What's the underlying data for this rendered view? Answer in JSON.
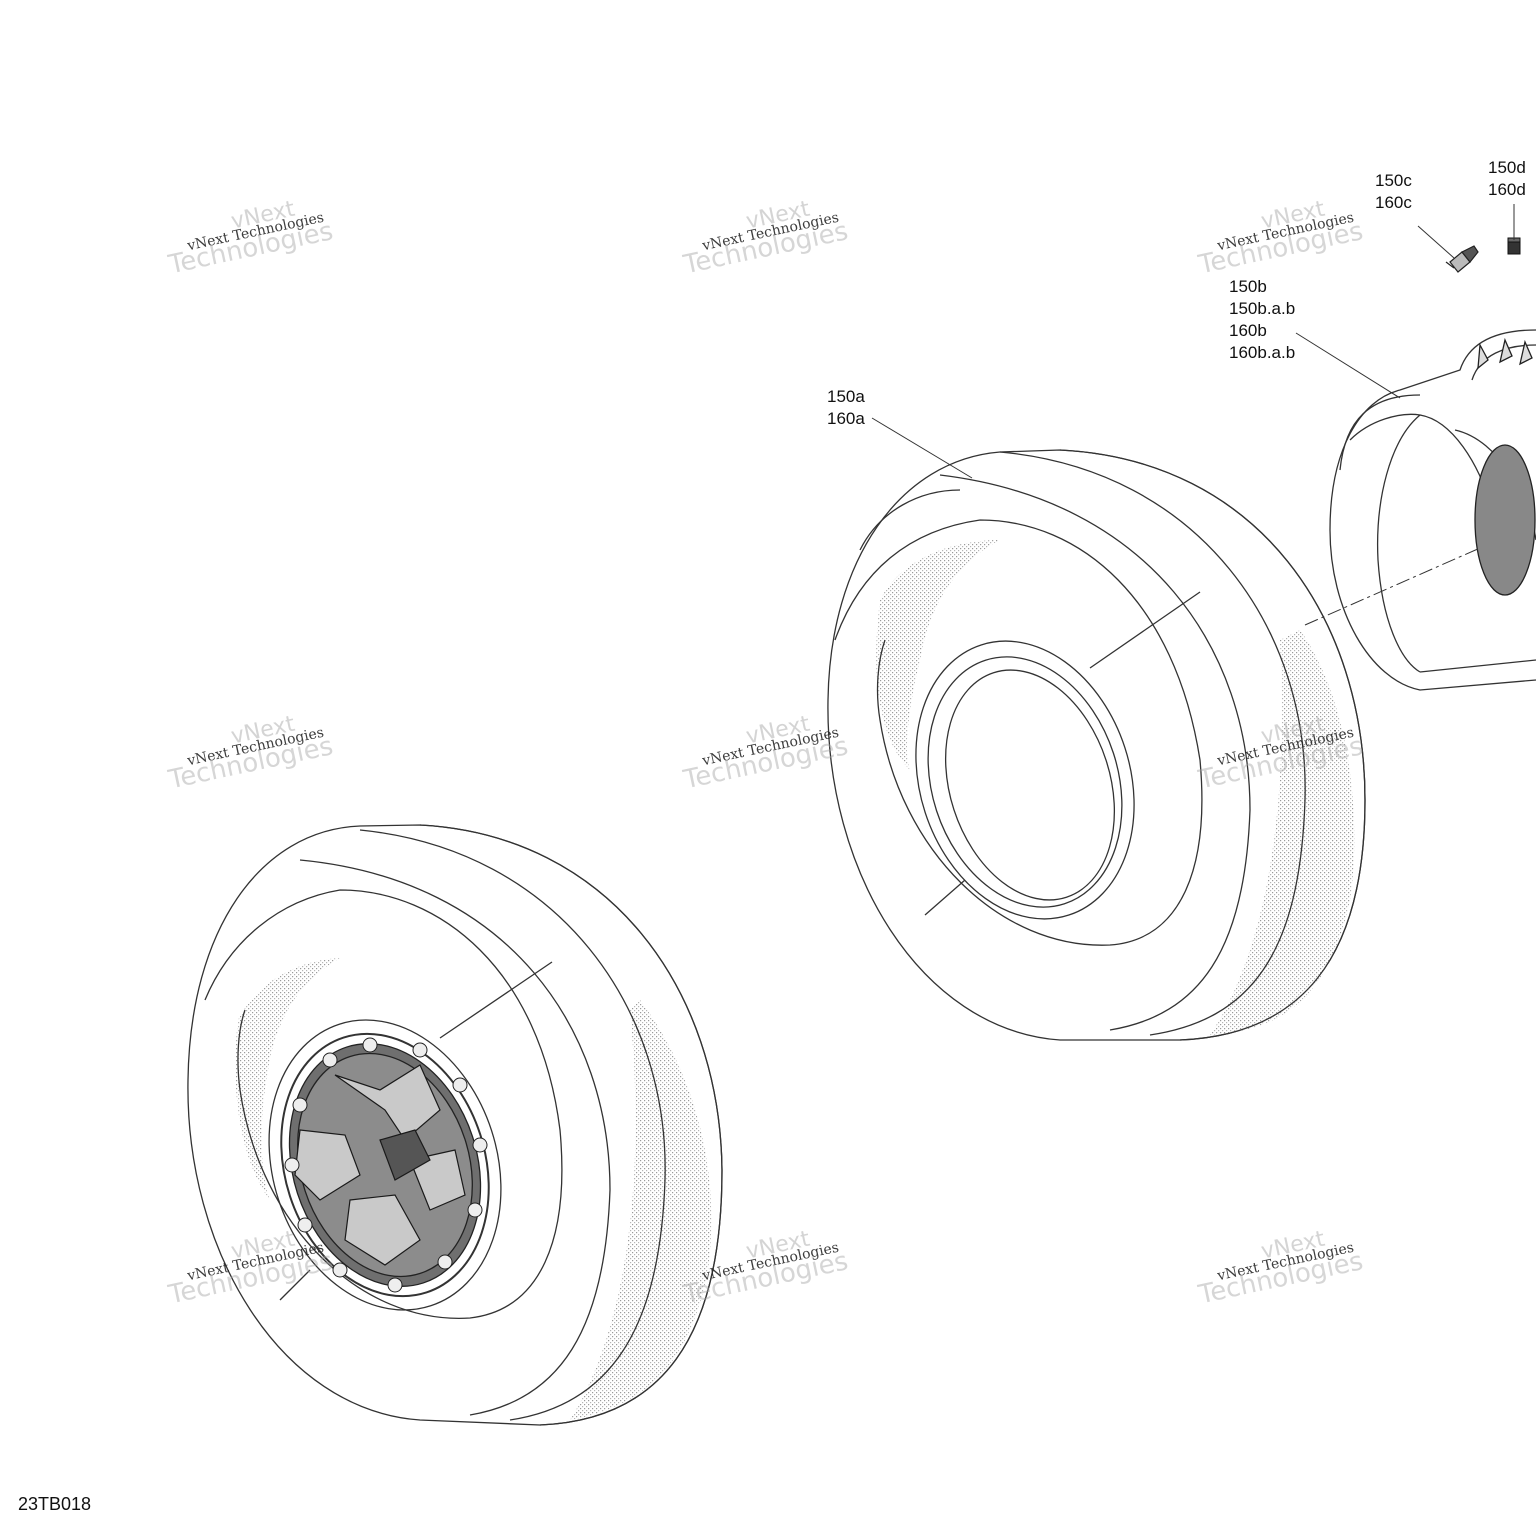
{
  "callouts": {
    "c150a": [
      "150a",
      "160a"
    ],
    "c150b": [
      "150b",
      "150b.a.b",
      "160b",
      "160b.a.b"
    ],
    "c150c": [
      "150c",
      "160c"
    ],
    "c150d": [
      "150d",
      "160d"
    ]
  },
  "figure_id": "23TB018",
  "watermark": {
    "line1": "vNext",
    "line2": "vNext Technologies",
    "line3": "Technologies"
  }
}
